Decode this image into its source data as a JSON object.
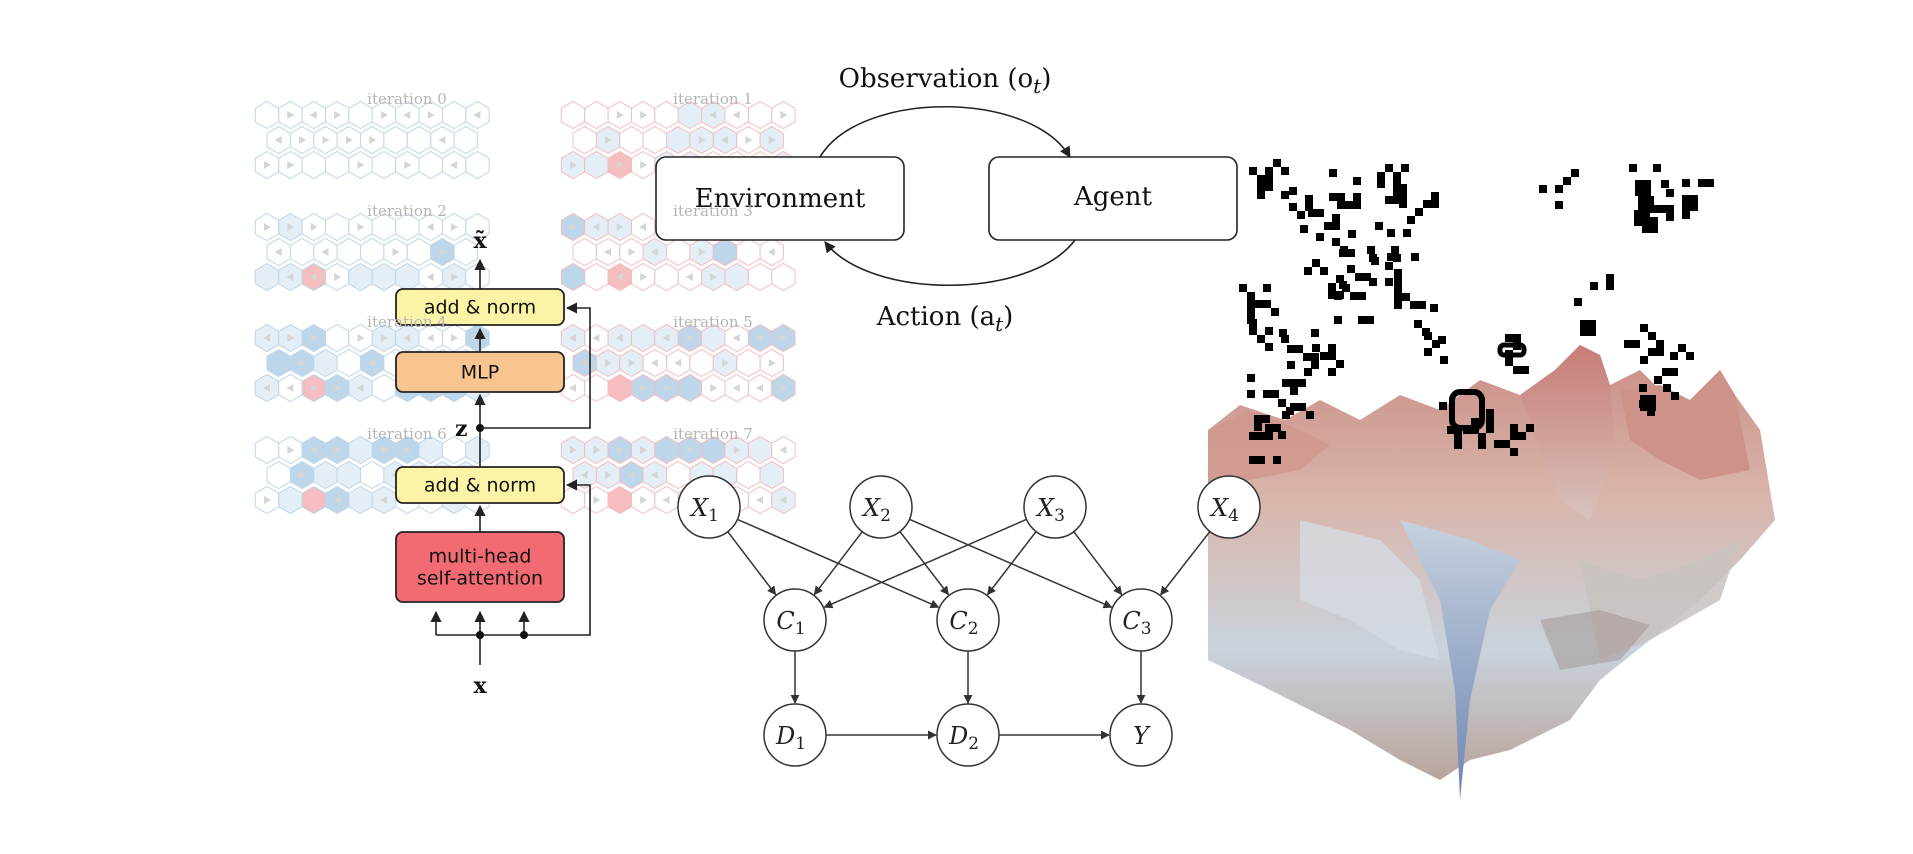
{
  "hex_grid": {
    "iteration_labels": [
      "iteration 0",
      "iteration 1",
      "iteration 2",
      "iteration 3",
      "iteration 4",
      "iteration 5",
      "iteration 6",
      "iteration 7"
    ]
  },
  "transformer": {
    "top_label": "x̃",
    "add_norm_top": "add & norm",
    "mlp": "MLP",
    "z_label": "z",
    "add_norm_bottom": "add & norm",
    "attention_line1": "multi-head",
    "attention_line2": "self-attention",
    "input_label": "x"
  },
  "rl_loop": {
    "observation_label": "Observation (o",
    "observation_sub": "t",
    "action_label": "Action (a",
    "action_sub": "t",
    "environment": "Environment",
    "agent": "Agent",
    "close_paren": ")"
  },
  "causal_graph": {
    "nodes": [
      {
        "id": "X1",
        "base": "X",
        "sub": "1"
      },
      {
        "id": "X2",
        "base": "X",
        "sub": "2"
      },
      {
        "id": "X3",
        "base": "X",
        "sub": "3"
      },
      {
        "id": "X4",
        "base": "X",
        "sub": "4"
      },
      {
        "id": "C1",
        "base": "C",
        "sub": "1"
      },
      {
        "id": "C2",
        "base": "C",
        "sub": "2"
      },
      {
        "id": "C3",
        "base": "C",
        "sub": "3"
      },
      {
        "id": "D1",
        "base": "D",
        "sub": "1"
      },
      {
        "id": "D2",
        "base": "D",
        "sub": "2"
      },
      {
        "id": "Y",
        "base": "Y",
        "sub": ""
      }
    ],
    "edges": [
      [
        "X1",
        "C1"
      ],
      [
        "X1",
        "C2"
      ],
      [
        "X2",
        "C1"
      ],
      [
        "X2",
        "C2"
      ],
      [
        "X2",
        "C3"
      ],
      [
        "X3",
        "C1"
      ],
      [
        "X3",
        "C2"
      ],
      [
        "X3",
        "C3"
      ],
      [
        "X4",
        "C3"
      ],
      [
        "C1",
        "D1"
      ],
      [
        "C2",
        "D2"
      ],
      [
        "C3",
        "Y"
      ],
      [
        "D1",
        "D2"
      ],
      [
        "D2",
        "Y"
      ]
    ]
  },
  "colors": {
    "hex_blue": "#a9c9e2",
    "hex_pink": "#f1a7ac",
    "add_norm_fill": "#fbf4a6",
    "mlp_fill": "#f8c58f",
    "attention_fill": "#f36b72",
    "surface_top": "#cf9b90",
    "surface_valley": "#8fa8c8"
  }
}
